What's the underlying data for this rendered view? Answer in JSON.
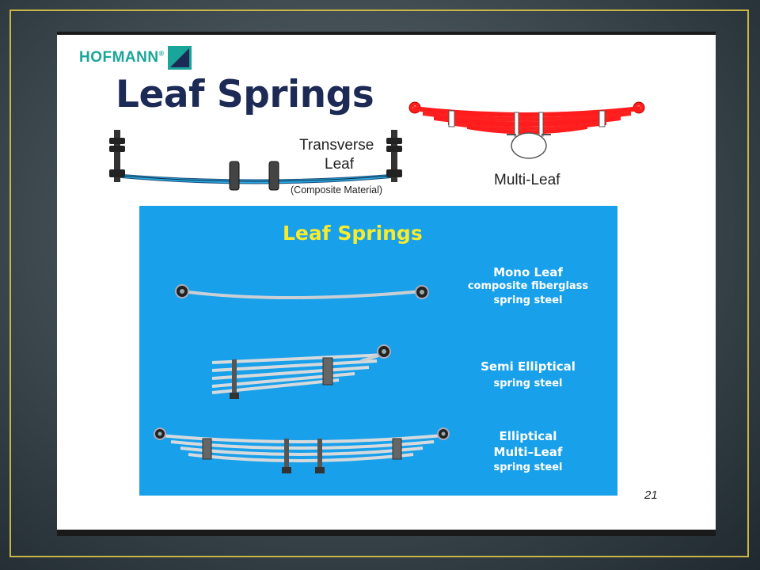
{
  "slide": {
    "logo_text": "HOFMANN",
    "logo_reg": "®",
    "title": "Leaf Springs",
    "transverse_line1": "Transverse",
    "transverse_line2": "Leaf",
    "composite_note": "(Composite Material)",
    "multileaf_label": "Multi-Leaf",
    "slide_number": "21"
  },
  "panel": {
    "title": "Leaf Springs",
    "mono": {
      "title": "Mono Leaf",
      "line2": "composite fiberglass",
      "line3": "spring steel"
    },
    "semi": {
      "title": "Semi Elliptical",
      "line2": "spring steel"
    },
    "elliptical": {
      "title": "Elliptical",
      "line2": "Multi–Leaf",
      "line3": "spring steel"
    }
  },
  "colors": {
    "frame": "#c9b545",
    "title": "#1c2a55",
    "logo": "#1aa59a",
    "panel_bg": "#19a0ea",
    "panel_title": "#f6eb2e",
    "multileaf_red": "#ff1c1c",
    "transverse_blue": "#2aa6e0"
  }
}
